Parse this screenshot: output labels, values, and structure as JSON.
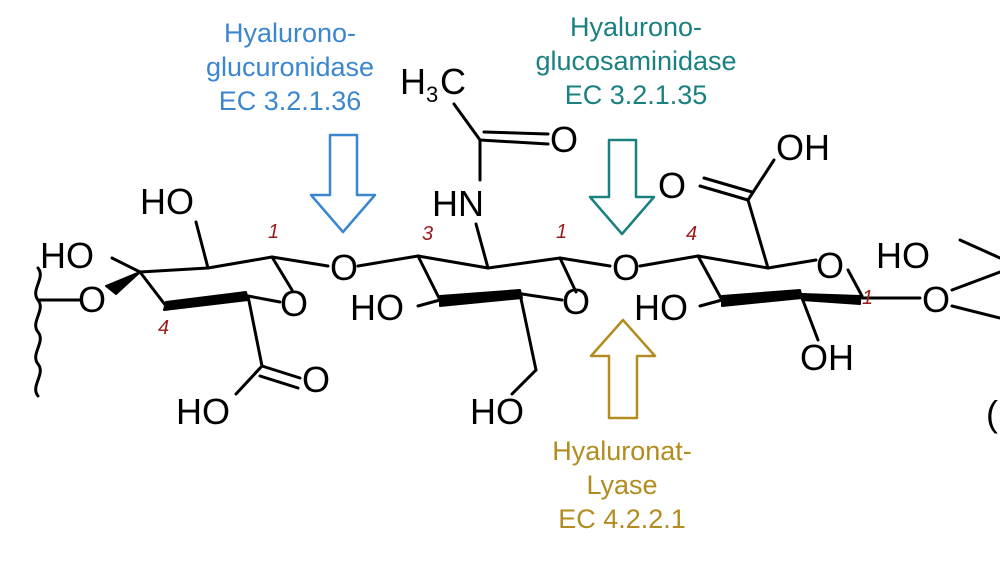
{
  "enzymes": {
    "glucuronidase": {
      "line1": "Hyalurono-",
      "line2": "glucuronidase",
      "line3": "EC 3.2.1.36",
      "color": "#3a86cf"
    },
    "glucosaminidase": {
      "line1": "Hyalurono-",
      "line2": "glucosaminidase",
      "line3": "EC 3.2.1.35",
      "color": "#1a8080"
    },
    "lyase": {
      "line1": "Hyaluronat-",
      "line2": "Lyase",
      "line3": "EC 4.2.2.1",
      "color": "#b28c1e"
    }
  },
  "atoms": {
    "h3c_h": "H",
    "h3c_3": "3",
    "h3c_c": "C",
    "o_carbonyl_acetyl": "O",
    "nh": "HN",
    "ho_ring1_top": "HO",
    "ho_ring1_left": "HO",
    "o_link_left": "O",
    "o_ring1": "O",
    "o_link_12": "O",
    "o_cooh1": "O",
    "ho_cooh1": "HO",
    "ho_ring2": "HO",
    "o_ring2": "O",
    "ho_ch2oh": "HO",
    "o_link_23": "O",
    "o_cooh3_carbonyl": "O",
    "oh_cooh3": "OH",
    "ho_ring3": "HO",
    "o_ring3": "O",
    "oh_ring3_bottom": "OH",
    "ho_ring4": "HO",
    "o_link_34": "O",
    "o_edge": "("
  },
  "positions": {
    "r1_c1": "1",
    "r1_c4": "4",
    "r2_c3": "3",
    "r2_c1": "1",
    "r3_c4": "4",
    "r3_c1": "1"
  }
}
